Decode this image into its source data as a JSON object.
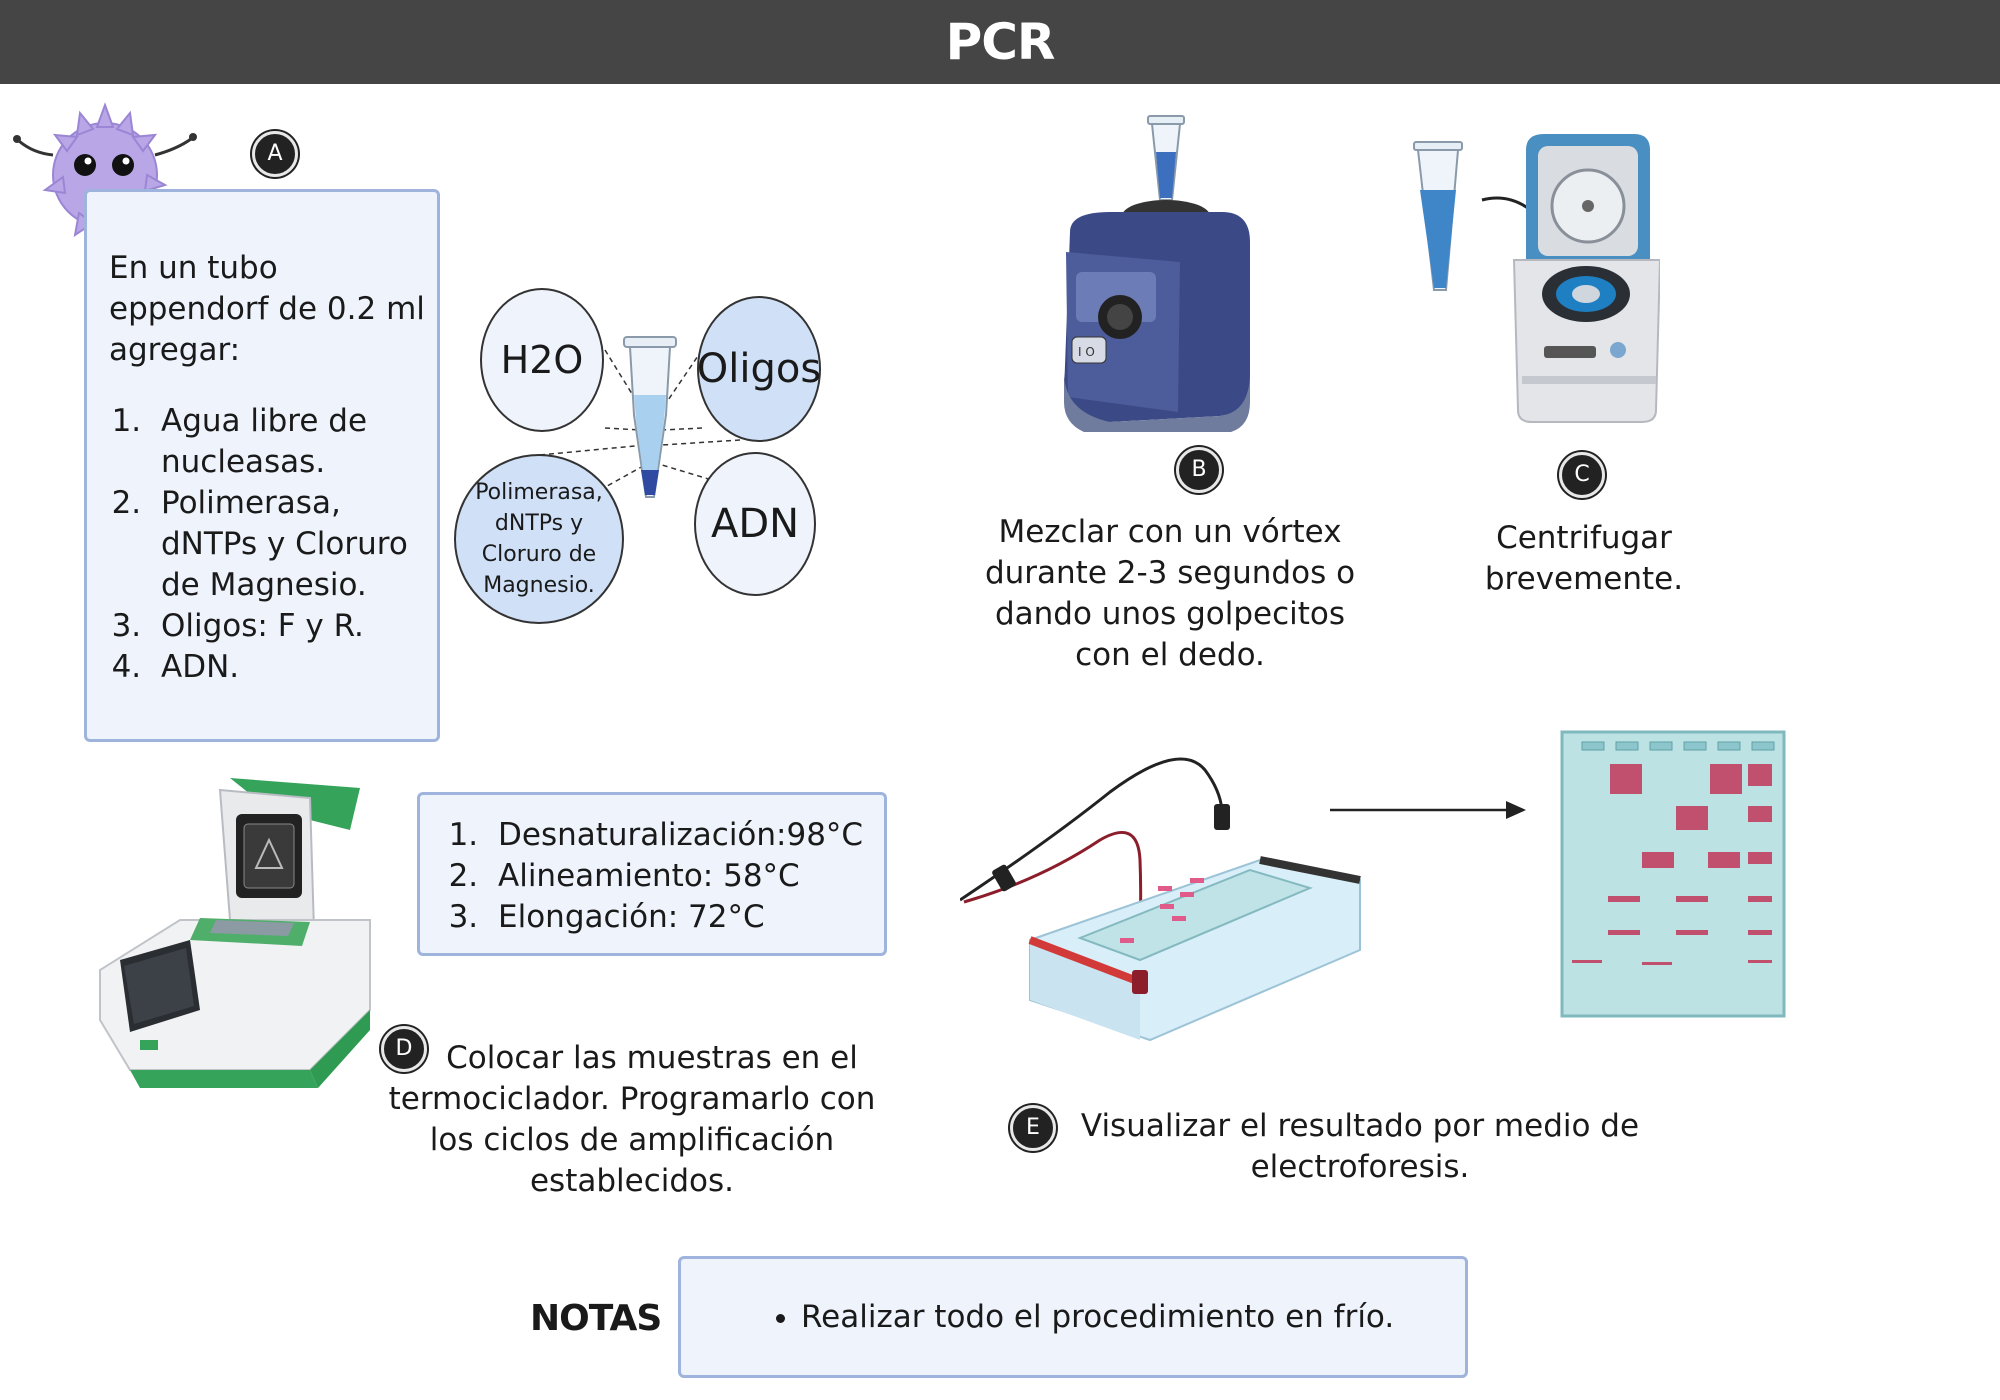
{
  "header": {
    "title": "PCR"
  },
  "colors": {
    "header_bg": "#454545",
    "panel_bg": "#eef3fc",
    "panel_border": "#9fb4dd",
    "bubble_blue": "#cfe0f7",
    "device_navy": "#3b4a86",
    "gel_band": "#c0506e"
  },
  "icons": [
    "microbe-mascot-icon",
    "pcr-tube-icon",
    "vortex-mixer-icon",
    "microcentrifuge-icon",
    "thermocycler-icon",
    "electrophoresis-chamber-icon",
    "gel-result-icon"
  ],
  "badges": {
    "a": "A",
    "b": "B",
    "c": "C",
    "d": "D",
    "e": "E"
  },
  "step_a": {
    "intro": "En un tubo eppendorf de 0.2 ml agregar:",
    "items": [
      "Agua libre de nucleasas.",
      "Polimerasa, dNTPs y Cloruro de Magnesio.",
      "Oligos: F y R.",
      "ADN."
    ]
  },
  "bubbles": {
    "h2o": "H2O",
    "oligos": "Oligos",
    "polimerasa": "Polimerasa, dNTPs y Cloruro de Magnesio.",
    "adn": "ADN"
  },
  "step_b": {
    "caption": "Mezclar con un vórtex durante 2-3 segundos o dando unos golpecitos con el dedo."
  },
  "step_c": {
    "caption": "Centrifugar brevemente."
  },
  "cycles": {
    "items": [
      "Desnaturalización:98°C",
      "Alineamiento: 58°C",
      "Elongación: 72°C"
    ]
  },
  "step_d": {
    "caption": "Colocar las muestras en el termociclador. Programarlo con los ciclos de amplificación establecidos."
  },
  "step_e": {
    "caption": "Visualizar el resultado por medio de electroforesis."
  },
  "notas": {
    "label": "NOTAS",
    "items": [
      "Realizar todo el procedimiento en frío."
    ]
  }
}
